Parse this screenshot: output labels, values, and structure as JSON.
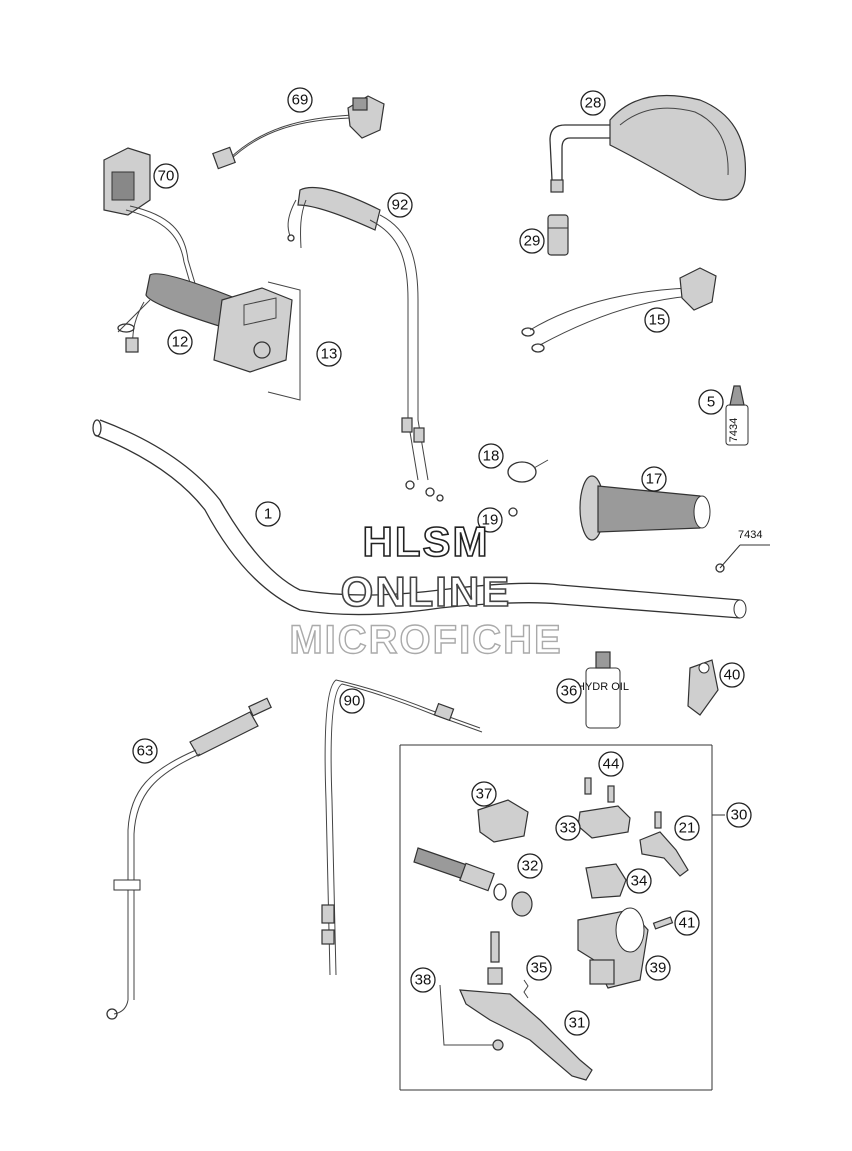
{
  "watermark": {
    "line1": "HLSM",
    "line2": "ONLINE",
    "line3": "MICROFICHE"
  },
  "callouts": [
    "69",
    "70",
    "92",
    "28",
    "29",
    "15",
    "12",
    "13",
    "5",
    "18",
    "17",
    "1",
    "19",
    "40",
    "36",
    "90",
    "63",
    "44",
    "37",
    "30",
    "33",
    "21",
    "32",
    "34",
    "41",
    "39",
    "38",
    "35",
    "31"
  ],
  "part_label_7434": "7434",
  "bottle_5_text": "7434",
  "bottle_36_text": "HYDR OIL"
}
